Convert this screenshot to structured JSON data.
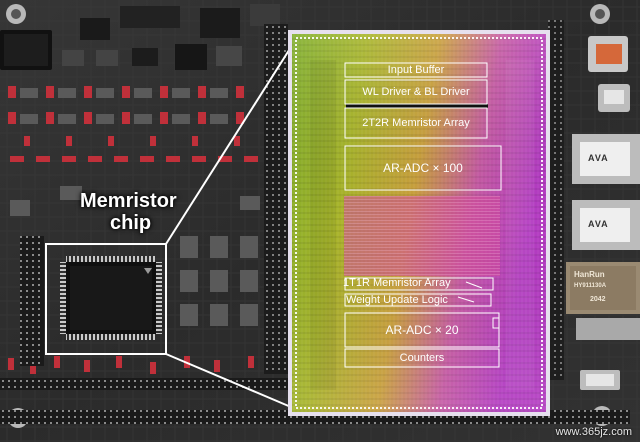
{
  "photo": {
    "callout_label_line1": "Memristor",
    "callout_label_line2": "chip",
    "watermark": "www.365jz.com",
    "connector_text_1": "AVA",
    "connector_text_2": "AVA",
    "transformer_text": "HanRun",
    "transformer_part": "HY911130A",
    "transformer_code": "2042"
  },
  "chip_blocks": {
    "input_buffer": "Input Buffer",
    "wl_bl_driver": "WL Driver & BL Driver",
    "memristor_array_2t2r": "2T2R Memristor Array",
    "ar_adc_100": "AR-ADC × 100",
    "memristor_array_1t1r": "1T1R Memristor Array",
    "weight_update_logic": "Weight Update Logic",
    "ar_adc_20": "AR-ADC × 20",
    "counters": "Counters"
  },
  "colors": {
    "pcb": "#2f2f2f",
    "capacitor_red": "#c0303a",
    "die_green": "#9ab22a",
    "die_magenta": "#c53aa8",
    "die_border": "#dcd0e8",
    "block_border": "#ffffff"
  }
}
